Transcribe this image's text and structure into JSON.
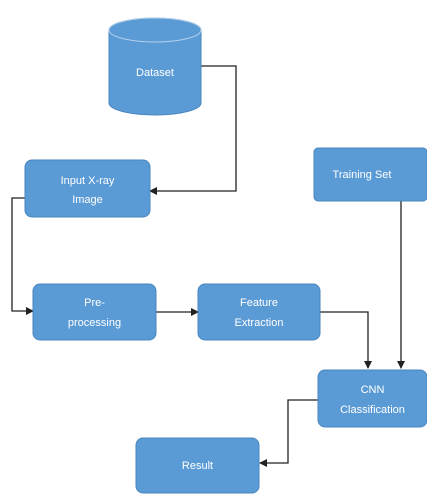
{
  "diagram": {
    "type": "flowchart",
    "colors": {
      "node_fill": "#5B9BD5",
      "node_text": "#ffffff",
      "connector": "#222222",
      "background": "#ffffff"
    },
    "nodes": {
      "dataset": {
        "shape": "cylinder",
        "label": "Dataset"
      },
      "input": {
        "shape": "rounded-rect",
        "line1": "Input X-ray",
        "line2": "Image"
      },
      "training": {
        "shape": "rounded-rect",
        "label": "Training Set"
      },
      "preprocessing": {
        "shape": "rounded-rect",
        "line1": "Pre-",
        "line2": "processing"
      },
      "feature": {
        "shape": "rounded-rect",
        "line1": "Feature",
        "line2": "Extraction"
      },
      "cnn": {
        "shape": "rounded-rect",
        "line1": "CNN",
        "line2": "Classification"
      },
      "result": {
        "shape": "rounded-rect",
        "label": "Result"
      }
    },
    "edges": [
      {
        "from": "dataset",
        "to": "input"
      },
      {
        "from": "input",
        "to": "preprocessing"
      },
      {
        "from": "preprocessing",
        "to": "feature"
      },
      {
        "from": "feature",
        "to": "cnn"
      },
      {
        "from": "training",
        "to": "cnn"
      },
      {
        "from": "cnn",
        "to": "result"
      }
    ]
  }
}
